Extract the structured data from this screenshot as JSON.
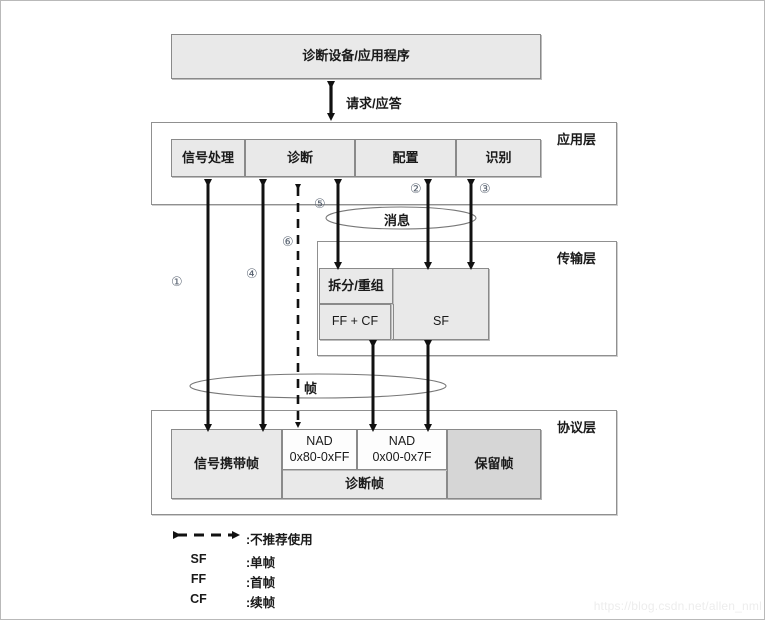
{
  "diagram": {
    "title_box": {
      "label": "诊断设备/应用程序"
    },
    "request_response": {
      "label": "请求/应答"
    },
    "layers": [
      {
        "id": "application",
        "label": "应用层",
        "blocks": [
          {
            "id": "signal-processing",
            "label": "信号处理"
          },
          {
            "id": "diagnostics",
            "label": "诊断"
          },
          {
            "id": "configuration",
            "label": "配置"
          },
          {
            "id": "identification",
            "label": "识别"
          }
        ]
      },
      {
        "id": "transport",
        "label": "传输层",
        "blocks": [
          {
            "id": "segmentation-reassembly",
            "label": "拆分/重组"
          },
          {
            "id": "ff-cf",
            "label": "FF + CF"
          },
          {
            "id": "sf",
            "label": "SF"
          }
        ]
      },
      {
        "id": "protocol",
        "label": "协议层",
        "blocks": [
          {
            "id": "signal-carrying-frame",
            "label": "信号携带帧"
          },
          {
            "id": "nad-high",
            "label": "NAD\n0x80-0xFF"
          },
          {
            "id": "nad-high-line1",
            "label": "NAD"
          },
          {
            "id": "nad-high-line2",
            "label": "0x80-0xFF"
          },
          {
            "id": "nad-low-line1",
            "label": "NAD"
          },
          {
            "id": "nad-low-line2",
            "label": "0x00-0x7F"
          },
          {
            "id": "diagnostic-frame",
            "label": "诊断帧"
          },
          {
            "id": "reserved-frame",
            "label": "保留帧"
          }
        ]
      }
    ],
    "flow_labels": [
      {
        "id": "message",
        "label": "消息"
      },
      {
        "id": "frame",
        "label": "帧"
      }
    ],
    "markers": [
      {
        "id": "marker-1",
        "label": "①"
      },
      {
        "id": "marker-2",
        "label": "②"
      },
      {
        "id": "marker-3",
        "label": "③"
      },
      {
        "id": "marker-4",
        "label": "④"
      },
      {
        "id": "marker-5",
        "label": "⑤"
      },
      {
        "id": "marker-6",
        "label": "⑥"
      }
    ],
    "legend": [
      {
        "id": "dashed-arrow",
        "key": "",
        "value": ":不推荐使用"
      },
      {
        "id": "sf",
        "key": "SF",
        "value": ":单帧"
      },
      {
        "id": "ff",
        "key": "FF",
        "value": ":首帧"
      },
      {
        "id": "cf",
        "key": "CF",
        "value": ":续帧"
      }
    ],
    "watermark": {
      "text": "https://blog.csdn.net/allen_nml"
    },
    "colors": {
      "fill_light": "#e9e9e9",
      "fill_dark": "#d6d6d6",
      "stroke": "#8a8a8a",
      "arrow": "#111111",
      "marker": "#5a6472"
    }
  }
}
